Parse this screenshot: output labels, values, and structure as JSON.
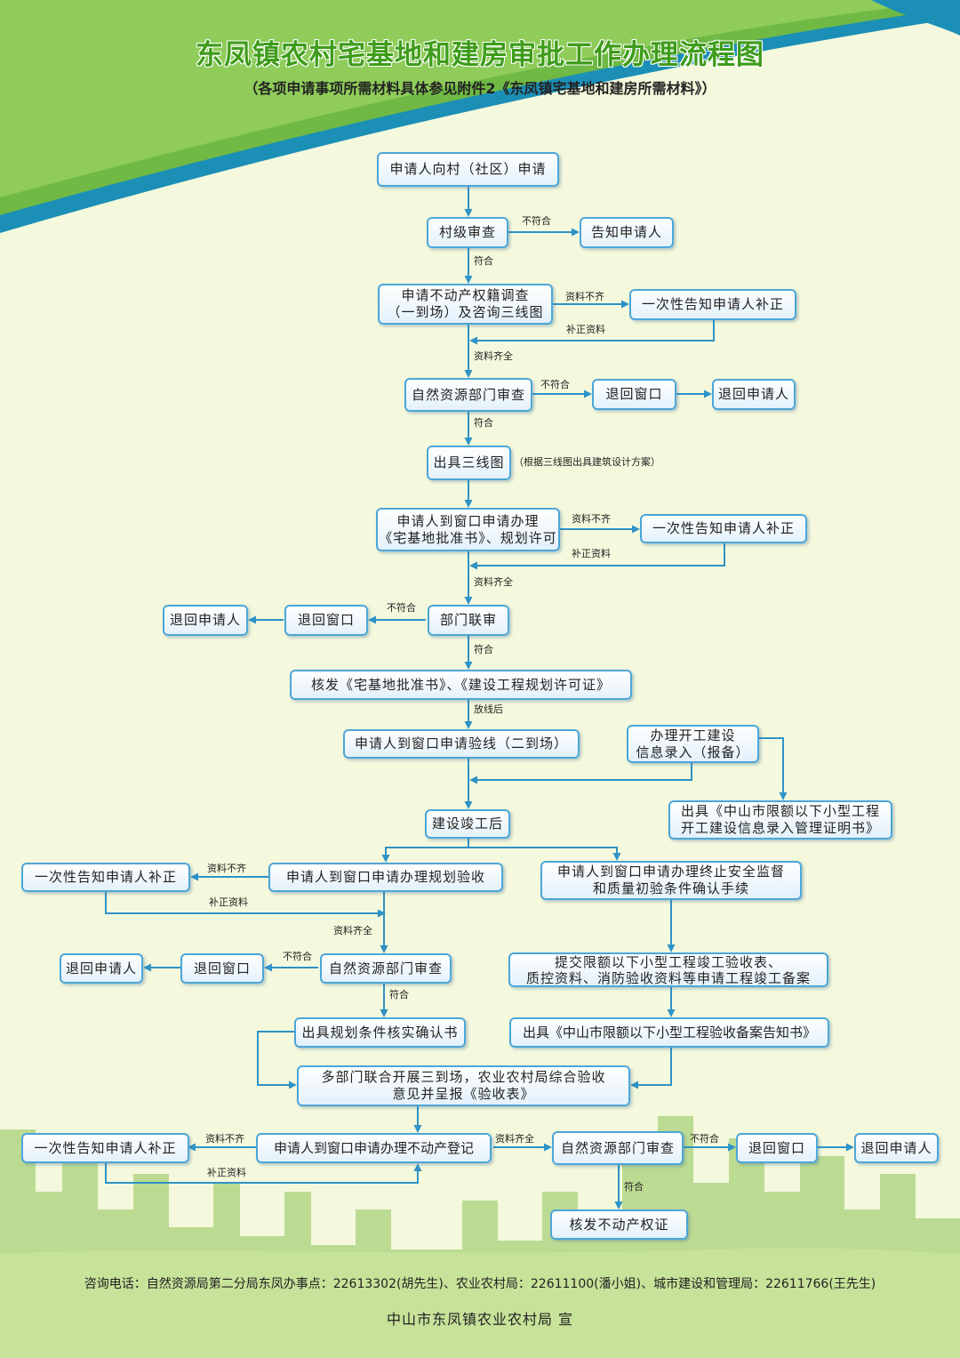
{
  "title": "东凤镇农村宅基地和建房审批工作办理流程图",
  "subtitle": "（各项申请事项所需材料具体参见附件2《东凤镇宅基地和建房所需材料》）",
  "steps": {
    "apply": "申请人向村（社区）申请",
    "village_review": "村级审查",
    "notify_applicant": "告知申请人",
    "survey_line1": "申请不动产权籍调查",
    "survey_line2": "（一到场）及咨询三线图",
    "supplement_1": "一次性告知申请人补正",
    "resource_review_1": "自然资源部门审查",
    "return_window_1": "退回窗口",
    "return_applicant_1": "退回申请人",
    "issue_three_line": "出具三线图",
    "three_line_note": "（根据三线图出具建筑设计方案）",
    "apply_permit_line1": "申请人到窗口申请办理",
    "apply_permit_line2": "《宅基地批准书》、规划许可",
    "supplement_2": "一次性告知申请人补正",
    "joint_review": "部门联审",
    "return_window_2": "退回窗口",
    "return_applicant_2": "退回申请人",
    "issue_certificates": "核发《宅基地批准书》、《建设工程规划许可证》",
    "apply_line_check": "申请人到窗口申请验线（二到场）",
    "start_info_line1": "办理开工建设",
    "start_info_line2": "信息录入（报备）",
    "small_project_cert_line1": "出具《中山市限额以下小型工程",
    "small_project_cert_line2": "开工建设信息录入管理证明书》",
    "completed": "建设竣工后",
    "supplement_3": "一次性告知申请人补正",
    "apply_planning_acceptance": "申请人到窗口申请办理规划验收",
    "terminate_supervision_line1": "申请人到窗口申请办理终止安全监督",
    "terminate_supervision_line2": "和质量初验条件确认手续",
    "return_applicant_3": "退回申请人",
    "return_window_3": "退回窗口",
    "resource_review_2": "自然资源部门审查",
    "submit_acceptance_line1": "提交限额以下小型工程竣工验收表、",
    "submit_acceptance_line2": "质控资料、消防验收资料等申请工程竣工备案",
    "planning_confirm": "出具规划条件核实确认书",
    "filing_notice": "出具《中山市限额以下小型工程验收备案告知书》",
    "joint_acceptance_line1": "多部门联合开展三到场，农业农村局综合验收",
    "joint_acceptance_line2": "意见并呈报《验收表》",
    "supplement_4": "一次性告知申请人补正",
    "apply_registration": "申请人到窗口申请办理不动产登记",
    "resource_review_3": "自然资源部门审查",
    "return_window_4": "退回窗口",
    "return_applicant_4": "退回申请人",
    "issue_property_cert": "核发不动产权证"
  },
  "edge_labels": {
    "not_compliant": "不符合",
    "compliant": "符合",
    "incomplete": "资料不齐",
    "supplement": "补正资料",
    "complete": "资料齐全",
    "after_layout": "放线后"
  },
  "contact": "咨询电话：自然资源局第二分局东凤办事点：22613302(胡先生)、农业农村局：22611100(潘小姐)、城市建设和管理局：22611766(王先生)",
  "publisher": "中山市东凤镇农业农村局 宣",
  "colors": {
    "title_green": "#3e9c1a",
    "band_green": "#7cc04a",
    "band_blue": "#1b8fb6",
    "box_border": "#4da6d8",
    "arrow": "#2e93c7",
    "background": "#f4f8dc"
  }
}
